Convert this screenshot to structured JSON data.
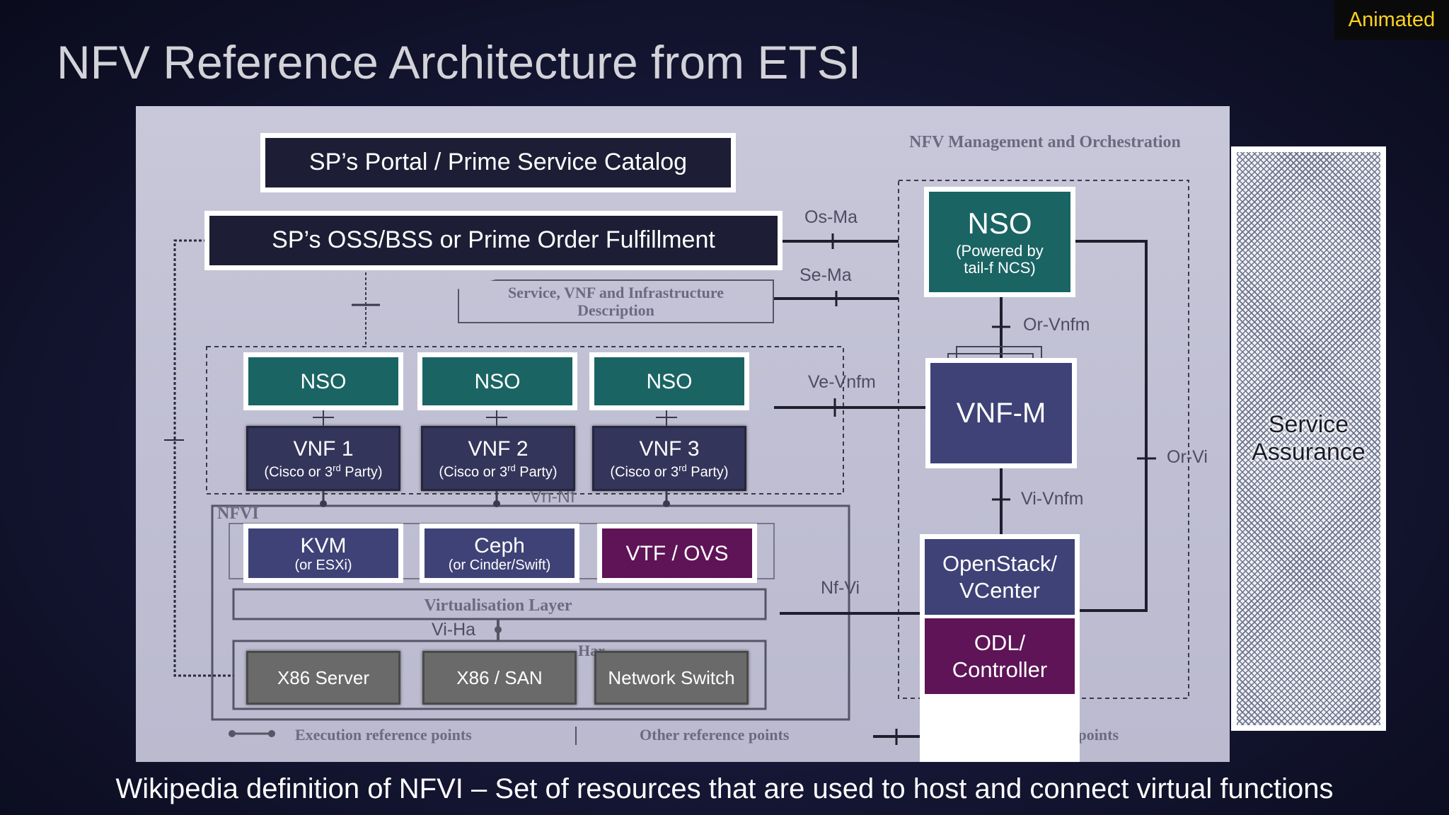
{
  "badge": "Animated",
  "title": "NFV Reference Architecture from ETSI",
  "footer": "Wikipedia definition of NFVI –  Set of resources that are used to host and connect virtual functions",
  "diagram": {
    "mano_title": "NFV Management and Orchestration",
    "portal": "SP’s Portal / Prime Service Catalog",
    "oss": "SP’s OSS/BSS or Prime Order Fulfillment",
    "service_desc": "Service, VNF and Infrastructure Description",
    "nso_main": {
      "title": "NSO",
      "sub": "(Powered by tail-f NCS)"
    },
    "nso_small": [
      "NSO",
      "NSO",
      "NSO"
    ],
    "vnfs": [
      {
        "title": "VNF 1",
        "sub_a": "(Cisco or 3",
        "sup": "rd",
        "sub_b": " Party)"
      },
      {
        "title": "VNF 2",
        "sub_a": "(Cisco or 3",
        "sup": "rd",
        "sub_b": " Party)"
      },
      {
        "title": "VNF 3",
        "sub_a": "(Cisco or 3",
        "sup": "rd",
        "sub_b": " Party)"
      }
    ],
    "vnfm": "VNF-M",
    "nfvi_label": "NFVI",
    "kvm": {
      "title": "KVM",
      "sub": "(or ESXi)"
    },
    "ceph": {
      "title": "Ceph",
      "sub": "(or Cinder/Swift)"
    },
    "vtf": "VTF / OVS",
    "virt_layer": "Virtualisation Layer",
    "hw_partial": "Har",
    "hardware": [
      "X86 Server",
      "X86 / SAN",
      "Network Switch"
    ],
    "openstack": "OpenStack/ VCenter",
    "odl": "ODL/ Controller",
    "ref_points": {
      "os_ma": "Os-Ma",
      "se_ma": "Se-Ma",
      "or_vnfm": "Or-Vnfm",
      "ve_vnfm": "Ve-Vnfm",
      "vi_vnfm": "Vi-Vnfm",
      "or_vi": "Or-Vi",
      "nf_vi": "Nf-Vi",
      "vn_nf": "Vn-Nf",
      "vi_ha": "Vi-Ha"
    },
    "legend": [
      "Execution reference points",
      "Other reference points",
      "Main NFV reference points"
    ]
  },
  "service_assurance": "Service Assurance"
}
